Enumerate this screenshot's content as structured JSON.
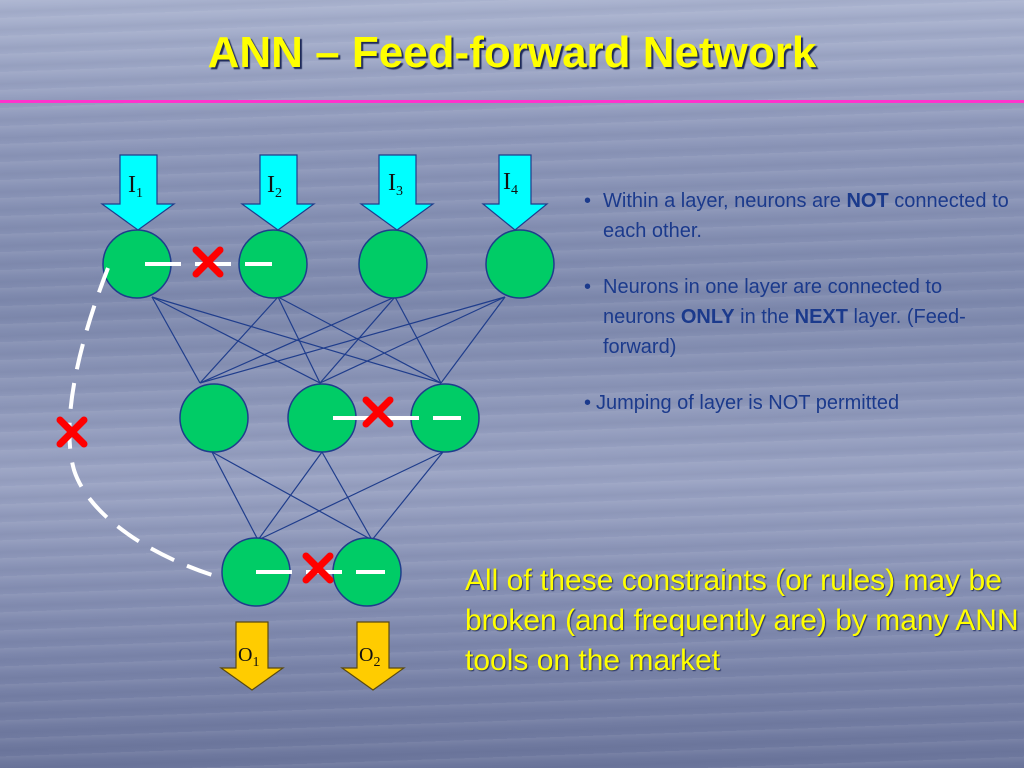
{
  "slide": {
    "title": "ANN – Feed-forward Network",
    "note": "All of these constraints (or rules) may be broken (and frequently are) by many ANN tools on the market"
  },
  "bullets": [
    {
      "before": "Within a layer, neurons are ",
      "bold": "NOT",
      "after": " connected to each other."
    },
    {
      "before": "Neurons in one layer are connected to neurons ",
      "bold": "ONLY",
      "mid": " in the ",
      "bold2": "NEXT",
      "after": " layer. (Feed-forward)"
    },
    {
      "text": "Jumping of layer is NOT permitted"
    }
  ],
  "inputs": [
    {
      "letter": "I",
      "index": "1"
    },
    {
      "letter": "I",
      "index": "2"
    },
    {
      "letter": "I",
      "index": "3"
    },
    {
      "letter": "I",
      "index": "4"
    }
  ],
  "outputs": [
    {
      "letter": "O",
      "index": "1"
    },
    {
      "letter": "O",
      "index": "2"
    }
  ],
  "colors": {
    "neuron": "#00cc66",
    "input_arrow": "#00ffff",
    "output_arrow": "#ffcc00",
    "connection": "#1f3d8c",
    "forbidden": "#ff0000",
    "title": "#ffff00",
    "rule": "#ff33cc"
  }
}
